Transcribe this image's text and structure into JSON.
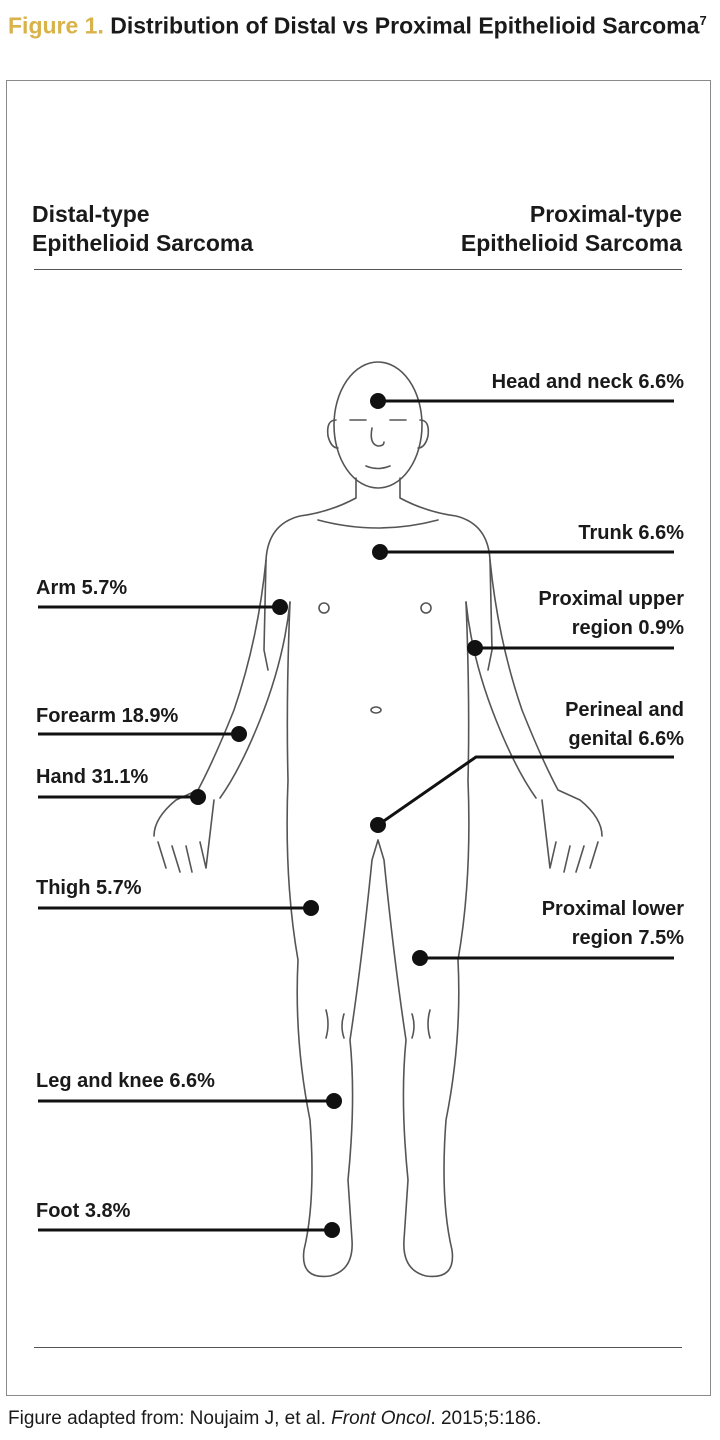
{
  "figure": {
    "title_lead": "Figure 1.",
    "title_text": "Distribution of Distal vs Proximal Epithelioid Sarcoma",
    "title_ref": "7",
    "accent_color": "#d9b24a"
  },
  "columns": {
    "distal": {
      "line1": "Distal-type",
      "line2": "Epithelioid Sarcoma"
    },
    "proximal": {
      "line1": "Proximal-type",
      "line2": "Epithelioid Sarcoma"
    }
  },
  "sites": {
    "distal": [
      {
        "name": "Arm",
        "percent": "5.7%"
      },
      {
        "name": "Forearm",
        "percent": "18.9%"
      },
      {
        "name": "Hand",
        "percent": "31.1%"
      },
      {
        "name": "Thigh",
        "percent": "5.7%"
      },
      {
        "name": "Leg and knee",
        "percent": "6.6%"
      },
      {
        "name": "Foot",
        "percent": "3.8%"
      }
    ],
    "proximal": [
      {
        "name": "Head and neck",
        "percent": "6.6%"
      },
      {
        "name": "Trunk",
        "percent": "6.6%"
      },
      {
        "name": "Proximal upper region",
        "line1": "Proximal upper",
        "line2": "region 0.9%",
        "percent": "0.9%"
      },
      {
        "name": "Perineal and genital",
        "line1": "Perineal and",
        "line2": "genital 6.6%",
        "percent": "6.6%"
      },
      {
        "name": "Proximal lower region",
        "line1": "Proximal lower",
        "line2": "region 7.5%",
        "percent": "7.5%"
      }
    ]
  },
  "source": {
    "prefix": "Figure adapted from: Noujaim J, et al. ",
    "journal": "Front Oncol",
    "suffix": ". 2015;5:186."
  }
}
